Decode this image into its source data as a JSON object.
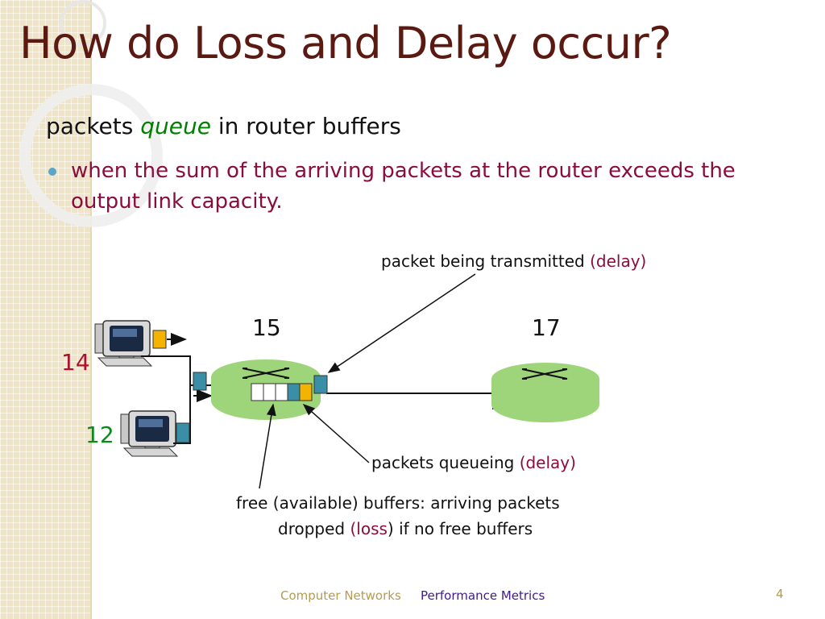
{
  "slide": {
    "title": "How do Loss and Delay occur?",
    "intro_prefix": "packets",
    "intro_emphasis": "queue",
    "intro_suffix": "in router buffers",
    "bullet": "when the sum of the arriving packets at the router exceeds the output link capacity."
  },
  "diagram": {
    "label_transmitted": "packet being transmitted",
    "label_transmitted_hl": "(delay)",
    "label_queueing": "packets queueing",
    "label_queueing_hl": "(delay)",
    "label_free_line1": "free (available) buffers: arriving packets",
    "label_free_line2_a": "dropped",
    "label_free_line2_hl": "(loss",
    "label_free_line2_b": ") if no free buffers",
    "node_router_a": "15",
    "node_router_b": "17",
    "node_host_a": "14",
    "node_host_b": "12"
  },
  "colors": {
    "title": "#5a1a12",
    "accent_red": "#8b0d3d",
    "accent_green": "#008000",
    "router_fill": "#9ed47a",
    "packet_teal": "#3a8ea6",
    "packet_orange": "#f3b300"
  },
  "footer": {
    "course": "Computer Networks",
    "topic": "Performance Metrics",
    "page": "4"
  }
}
